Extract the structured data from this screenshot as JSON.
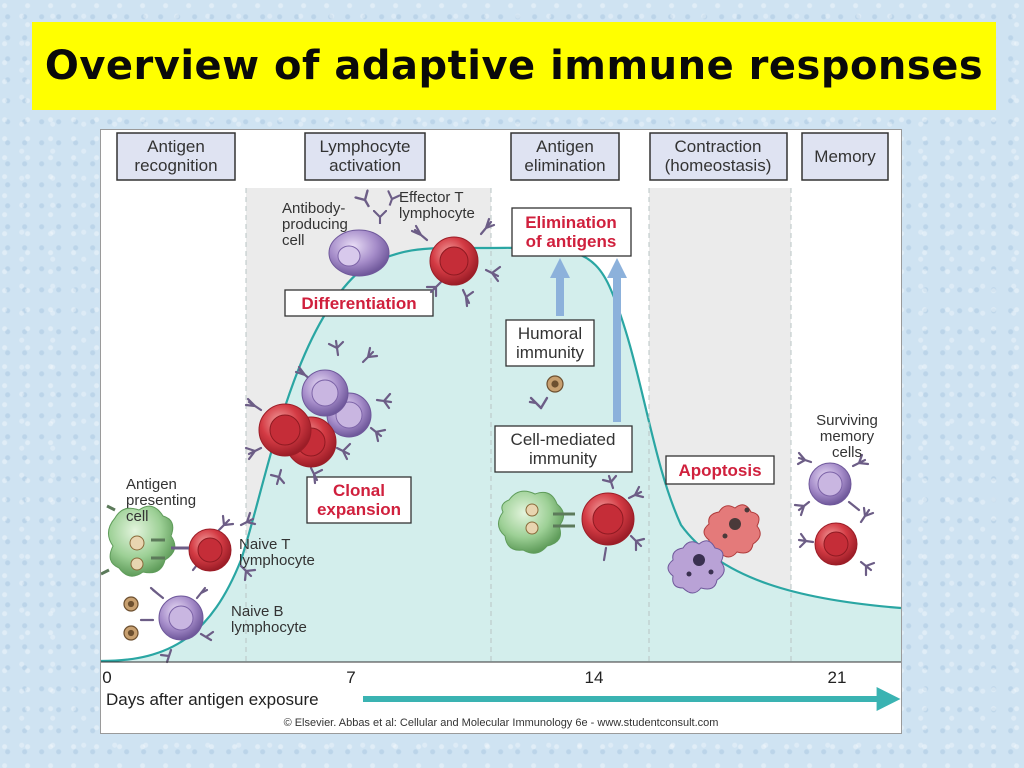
{
  "slide": {
    "title": "Overview of adaptive immune responses"
  },
  "figure": {
    "phases": [
      {
        "line1": "Antigen",
        "line2": "recognition"
      },
      {
        "line1": "Lymphocyte",
        "line2": "activation"
      },
      {
        "line1": "Antigen",
        "line2": "elimination"
      },
      {
        "line1": "Contraction",
        "line2": "(homeostasis)"
      },
      {
        "line1": "Memory",
        "line2": ""
      }
    ],
    "event_labels": {
      "differentiation": "Differentiation",
      "clonal_1": "Clonal",
      "clonal_2": "expansion",
      "elimination_1": "Elimination",
      "elimination_2": "of antigens",
      "apoptosis": "Apoptosis"
    },
    "immunity_labels": {
      "humoral_1": "Humoral",
      "humoral_2": "immunity",
      "cell_1": "Cell-mediated",
      "cell_2": "immunity"
    },
    "cell_labels": {
      "antibody_1": "Antibody-",
      "antibody_2": "producing",
      "antibody_3": "cell",
      "effector_1": "Effector T",
      "effector_2": "lymphocyte",
      "apc_1": "Antigen",
      "apc_2": "presenting",
      "apc_3": "cell",
      "naive_t_1": "Naive T",
      "naive_t_2": "lymphocyte",
      "naive_b_1": "Naive B",
      "naive_b_2": "lymphocyte",
      "memory_1": "Surviving",
      "memory_2": "memory",
      "memory_3": "cells"
    },
    "axis": {
      "ticks": [
        "0",
        "7",
        "14",
        "21"
      ],
      "label": "Days after antigen exposure"
    },
    "credit": "© Elsevier. Abbas et al: Cellular and Molecular Immunology 6e - www.studentconsult.com",
    "colors": {
      "curve_fill": "#d3eeec",
      "curve_line": "#2aa6a3",
      "shade": "#ebebeb",
      "phase_box": "#dfe3f2",
      "event_red": "#d0203d",
      "t_cell": "#d43b44",
      "b_cell": "#9a7fc0",
      "apc": "#8ec98a",
      "arrow_blue": "#8cb1db",
      "axis_arrow": "#3ab3b2"
    },
    "icons": [
      "antibody-icon",
      "t-cell-icon",
      "b-cell-icon",
      "apc-icon",
      "antigen-icon",
      "apoptotic-cell-icon"
    ]
  }
}
